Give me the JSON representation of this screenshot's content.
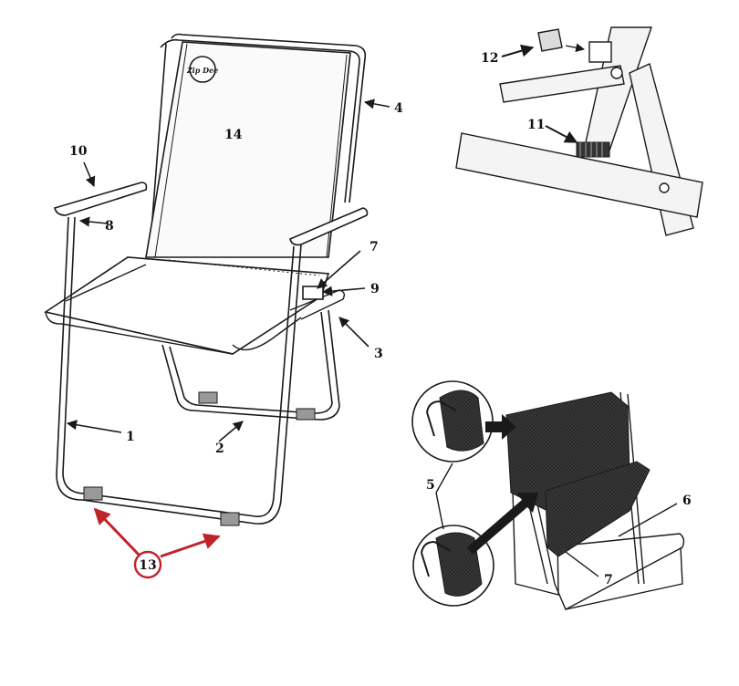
{
  "diagram": {
    "brand_logo_text": "Zip Dee",
    "callouts": {
      "c1": "1",
      "c2": "2",
      "c3": "3",
      "c4": "4",
      "c5": "5",
      "c6": "6",
      "c7_main": "7",
      "c7_inset": "7",
      "c8": "8",
      "c9": "9",
      "c10": "10",
      "c11": "11",
      "c12": "12",
      "c13": "13",
      "c14": "14"
    },
    "colors": {
      "line": "#1a1a1a",
      "fabric_dark": "#2b2b2b",
      "accent_red": "#c0232a",
      "inset_bg": "#f2f2f2"
    }
  }
}
